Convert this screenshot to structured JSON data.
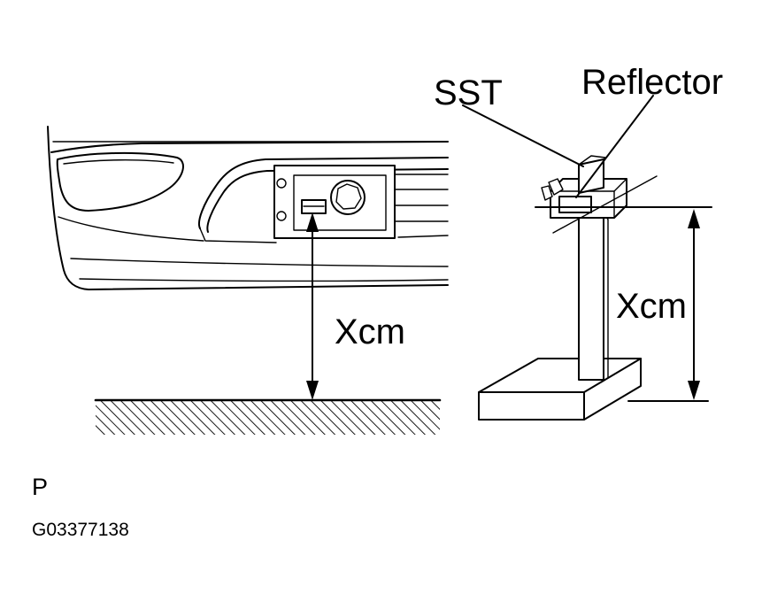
{
  "labels": {
    "sst": "SST",
    "reflector": "Reflector",
    "height_car": "Xcm",
    "height_stand": "Xcm",
    "view_letter": "P",
    "figure_code": "G03377138"
  },
  "colors": {
    "ink": "#000000",
    "paper": "#ffffff"
  }
}
